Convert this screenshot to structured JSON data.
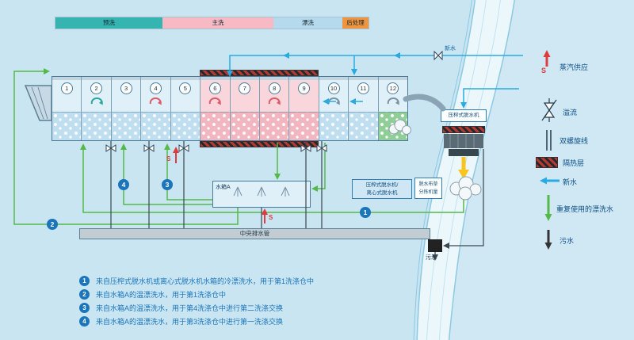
{
  "top_legend": {
    "segments": [
      {
        "label": "预洗",
        "color": "#35b4b1"
      },
      {
        "label": "主洗",
        "color": "#f7b9c3"
      },
      {
        "label": "漂洗",
        "color": "#b5d9ed"
      },
      {
        "label": "后处理",
        "color": "#f0953f"
      }
    ]
  },
  "tunnel": {
    "compartments": [
      {
        "num": "1",
        "zone": "pre"
      },
      {
        "num": "2",
        "zone": "pre",
        "arrow": "teal"
      },
      {
        "num": "3",
        "zone": "pre"
      },
      {
        "num": "4",
        "zone": "pre",
        "arrow": "red"
      },
      {
        "num": "5",
        "zone": "pre"
      },
      {
        "num": "6",
        "zone": "main",
        "arrow": "red"
      },
      {
        "num": "7",
        "zone": "main"
      },
      {
        "num": "8",
        "zone": "main",
        "arrow": "red"
      },
      {
        "num": "9",
        "zone": "main"
      },
      {
        "num": "10",
        "zone": "rinse",
        "arrow": "gray"
      },
      {
        "num": "11",
        "zone": "rinse"
      },
      {
        "num": "12",
        "zone": "post",
        "arrow": "gray"
      }
    ]
  },
  "tank": {
    "label": "水箱A"
  },
  "drain": {
    "label": "中央排水管"
  },
  "machine": {
    "label": "压榨式脱水机",
    "press_line1": "压榨式脱水机/",
    "press_line2": "离心式脱水机",
    "side_line1": "脱水布草",
    "side_line2": "分拣机量"
  },
  "labels": {
    "fresh_water_top": "新水",
    "sewage_bottom": "污水",
    "steam_symbol": "S"
  },
  "right_legend": [
    {
      "name": "steam-supply",
      "symbol": "S",
      "label": "蒸汽供应"
    },
    {
      "name": "overflow",
      "label": "溢流"
    },
    {
      "name": "double-spiral",
      "label": "双螺旋线"
    },
    {
      "name": "insulation",
      "label": "隔热层"
    },
    {
      "name": "fresh-water",
      "label": "新水"
    },
    {
      "name": "reused-rinse-water",
      "label": "重复使用的漂洗水"
    },
    {
      "name": "waste-water",
      "label": "污水"
    }
  ],
  "notes": [
    {
      "num": "1",
      "text": "来自压榨式脱水机或离心式脱水机水箱的冷漂洗水，用于第1洗涤仓中"
    },
    {
      "num": "2",
      "text": "来自水箱A的温漂洗水，用于第1洗涤仓中"
    },
    {
      "num": "3",
      "text": "来自水箱A的温漂洗水，用于第4洗涤仓中进行第二洗涤交换"
    },
    {
      "num": "4",
      "text": "来自水箱A的温漂洗水，用于第3洗涤仓中进行第一洗涤交换"
    }
  ],
  "colors": {
    "background": "#c9e5f2",
    "fresh_water": "#29abe2",
    "reused_water": "#54b948",
    "steam": "#e03a3e",
    "note_text": "#1b75bb",
    "legend_text": "#0f4f86"
  }
}
